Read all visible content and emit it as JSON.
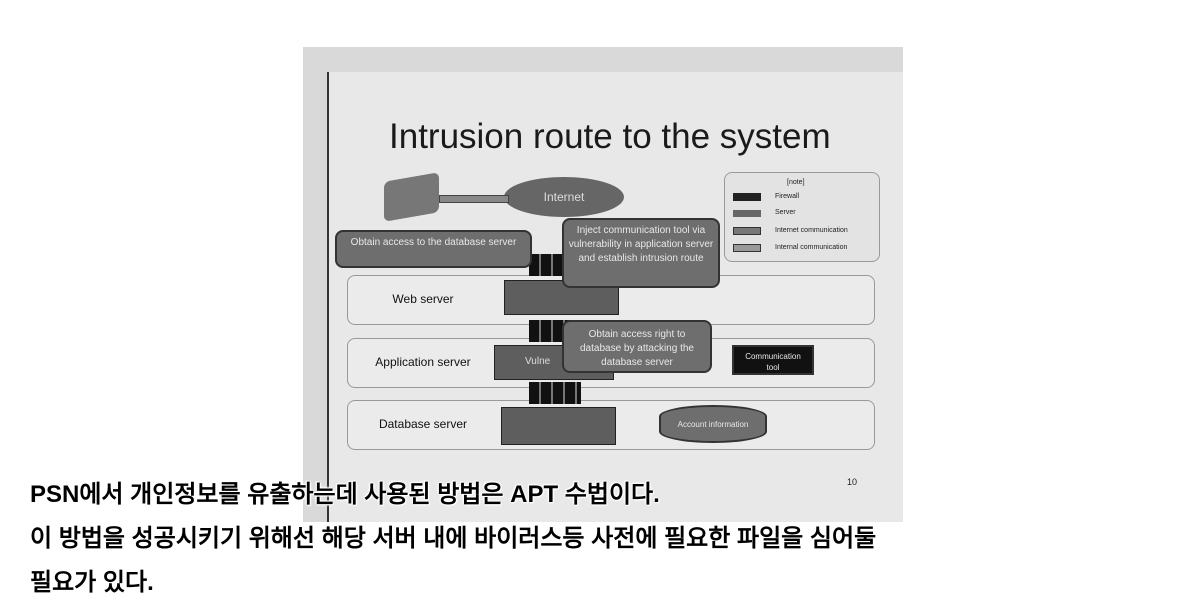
{
  "slide": {
    "title": "Intrusion route to the system",
    "internet": "Internet",
    "boxes": {
      "obtain_db": "Obtain access to the database server",
      "inject": "Inject communication tool via vulnerability in application server and establish intrusion route",
      "obtain_right": "Obtain access right to database by attacking the database server",
      "comm_tool": "Communication tool",
      "account": "Account information",
      "vuln": "Vulne"
    },
    "layers": [
      "Web server",
      "Application server",
      "Database server"
    ],
    "note": {
      "title": "[note]",
      "items": [
        "Firewall",
        "Server",
        "Internet communication",
        "Internal communication"
      ]
    },
    "page": "10"
  },
  "caption": [
    "PSN에서 개인정보를 유출하는데 사용된 방법은 APT 수법이다.",
    "이 방법을 성공시키기 위해선 해당 서버 내에 바이러스등 사전에 필요한 파일을 심어둘",
    "필요가 있다."
  ]
}
